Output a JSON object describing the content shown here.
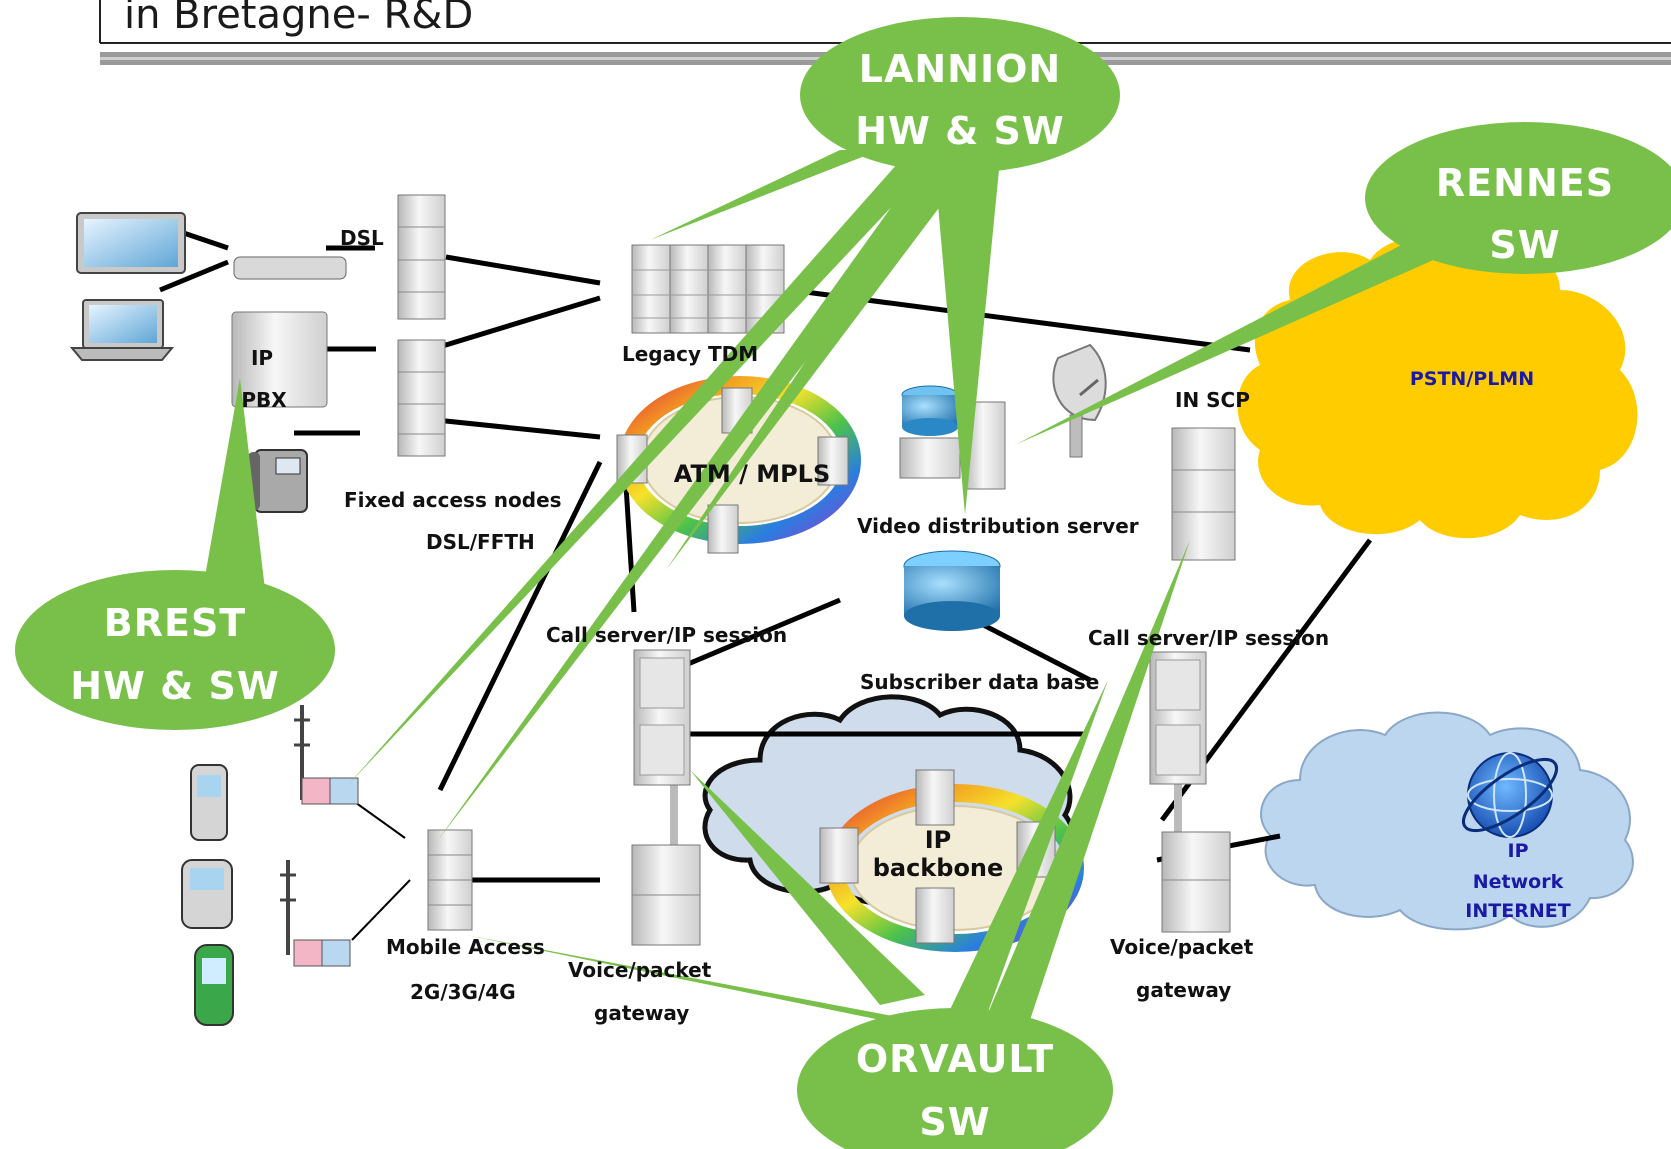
{
  "title": "in Bretagne- R&D",
  "bubbles": {
    "lannion": {
      "line1": "LANNION",
      "line2": "HW & SW"
    },
    "rennes": {
      "line1": "RENNES",
      "line2": "SW"
    },
    "brest": {
      "line1": "BREST",
      "line2": "HW & SW"
    },
    "orvault": {
      "line1": "ORVAULT",
      "line2": "SW"
    }
  },
  "labels": {
    "dsl": "DSL",
    "ip_pbx_1": "IP",
    "ip_pbx_2": "PBX",
    "legacy": "Legacy TDM",
    "atm_mpls": "ATM / MPLS",
    "fixed_access_1": "Fixed access nodes",
    "fixed_access_2": "DSL/FFTH",
    "video_server": "Video distribution server",
    "in_scp": "IN SCP",
    "pstn": "PSTN/PLMN",
    "call_server_left": "Call server/IP session",
    "call_server_right": "Call server/IP session",
    "subscriber_db": "Subscriber data base",
    "ip_backbone_1": "IP",
    "ip_backbone_2": "backbone",
    "ip_network_1": "IP",
    "ip_network_2": "Network",
    "ip_network_3": "INTERNET",
    "mobile_access_1": "Mobile Access",
    "mobile_access_2": "2G/3G/4G",
    "vpg_left_1": "Voice/packet",
    "vpg_left_2": "gateway",
    "vpg_right_1": "Voice/packet",
    "vpg_right_2": "gateway"
  },
  "colors": {
    "bubble": "#78c04a",
    "pstn_cloud": "#ffcc00",
    "internet_cloud": "#bcd6ef",
    "backbone_cloud": "#cfdcec",
    "link": "#000000",
    "label_blue": "#1a1aa6"
  }
}
